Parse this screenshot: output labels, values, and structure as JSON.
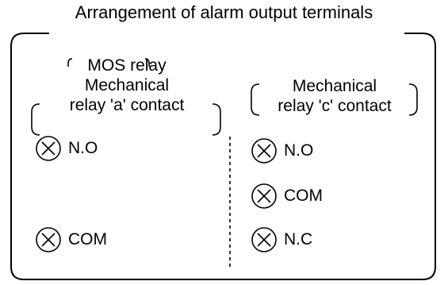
{
  "title": "Arrangement of alarm output terminals",
  "left_column": {
    "header_line1": "MOS relay",
    "header_line2": "Mechanical",
    "header_line3": "relay 'a' contact",
    "terminals": [
      "N.O",
      "COM"
    ]
  },
  "right_column": {
    "header_line1": "Mechanical",
    "header_line2": "relay 'c' contact",
    "terminals": [
      "N.O",
      "COM",
      "N.C"
    ]
  },
  "icons": {
    "terminal": "screw-terminal-icon"
  },
  "colors": {
    "line": "#000000",
    "background": "#ffffff"
  }
}
